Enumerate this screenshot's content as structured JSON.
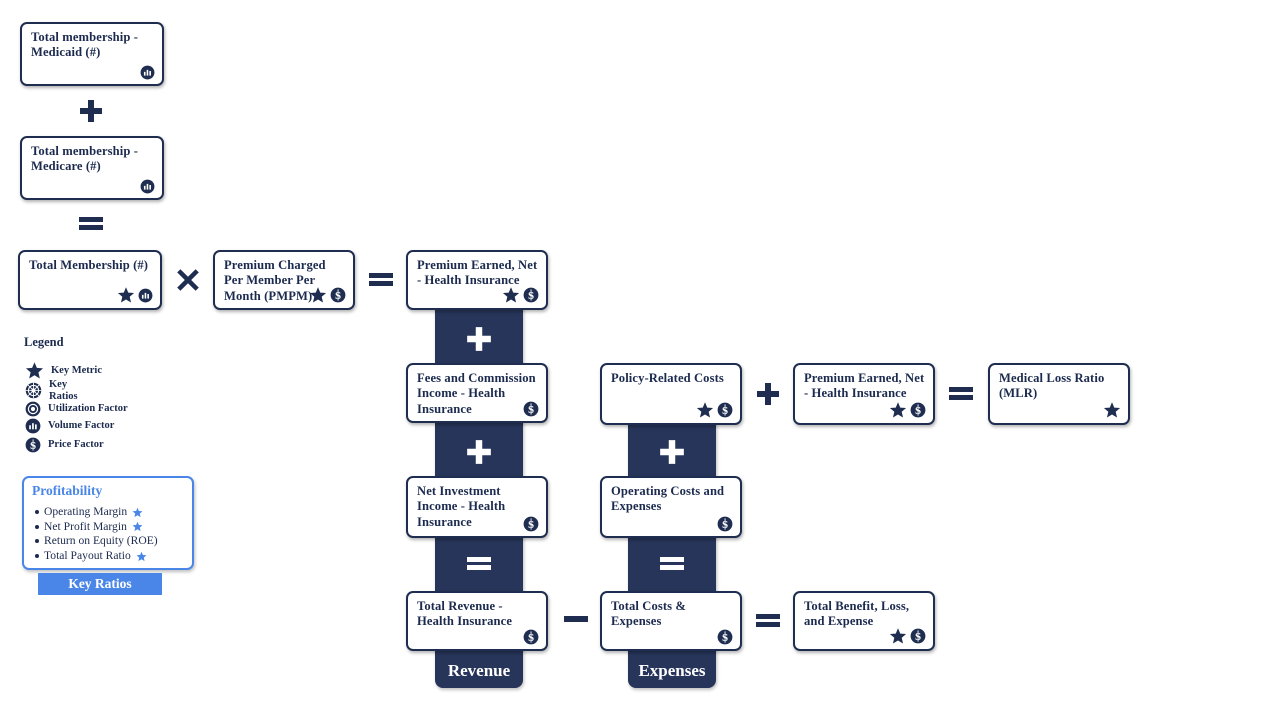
{
  "colors": {
    "navy": "#1e2d50",
    "band": "#27355a",
    "text": "#1b2a4e",
    "blue_accent": "#4a86e8",
    "white": "#ffffff"
  },
  "membership_chain": {
    "boxes": [
      {
        "label": "Total membership - Medicaid (#)",
        "icons": [
          "volume-factor-icon"
        ]
      },
      {
        "label": "Total membership - Medicare (#)",
        "icons": [
          "volume-factor-icon"
        ]
      },
      {
        "label": "Total Membership (#)",
        "icons": [
          "key-metric-icon",
          "volume-factor-icon"
        ]
      }
    ],
    "operators": [
      "plus",
      "equals"
    ]
  },
  "premium_row": {
    "multiply_operator": "multiply",
    "pmpm_box": {
      "label": "Premium Charged Per Member Per Month (PMPM)",
      "icons": [
        "key-metric-icon",
        "price-factor-icon"
      ]
    },
    "equals_operator": "equals",
    "result_box": {
      "label": "Premium Earned, Net - Health Insurance",
      "icons": [
        "key-metric-icon",
        "price-factor-icon"
      ]
    }
  },
  "legend": {
    "title": "Legend",
    "items": [
      {
        "icon": "key-metric-icon",
        "label": "Key Metric"
      },
      {
        "icon": "key-ratios-icon",
        "label": "Key\nRatios"
      },
      {
        "icon": "utilization-factor-icon",
        "label": "Utilization Factor"
      },
      {
        "icon": "volume-factor-icon",
        "label": "Volume Factor"
      },
      {
        "icon": "price-factor-icon",
        "label": "Price Factor"
      }
    ]
  },
  "profitability": {
    "title": "Profitability",
    "items": [
      {
        "label": "Operating Margin",
        "starred": true
      },
      {
        "label": "Net Profit Margin",
        "starred": true
      },
      {
        "label": "Return on Equity (ROE)",
        "starred": false
      },
      {
        "label": "Total Payout Ratio",
        "starred": true
      }
    ],
    "banner_label": "Key Ratios"
  },
  "revenue_column": {
    "band_label": "Revenue",
    "boxes": [
      {
        "label": "Premium Earned, Net - Health Insurance",
        "icons": [
          "key-metric-icon",
          "price-factor-icon"
        ]
      },
      {
        "label": "Fees and Commission Income - Health Insurance",
        "icons": [
          "price-factor-icon"
        ]
      },
      {
        "label": "Net Investment Income - Health Insurance",
        "icons": [
          "price-factor-icon"
        ]
      },
      {
        "label": "Total Revenue - Health Insurance",
        "icons": [
          "price-factor-icon"
        ]
      }
    ],
    "operators": [
      "plus",
      "plus",
      "equals"
    ]
  },
  "expenses_column": {
    "band_label": "Expenses",
    "boxes": [
      {
        "label": "Policy-Related Costs",
        "icons": [
          "key-metric-icon",
          "price-factor-icon"
        ]
      },
      {
        "label": "Operating Costs and Expenses",
        "icons": [
          "price-factor-icon"
        ]
      },
      {
        "label": "Total Costs & Expenses",
        "icons": [
          "price-factor-icon"
        ]
      }
    ],
    "operators": [
      "plus",
      "equals"
    ]
  },
  "mlr_row": {
    "divide_operator": "plus",
    "premium_box": {
      "label": "Premium Earned, Net - Health Insurance",
      "icons": [
        "key-metric-icon",
        "price-factor-icon"
      ]
    },
    "equals_operator": "equals",
    "result_box": {
      "label": "Medical Loss Ratio (MLR)",
      "icons": [
        "key-metric-icon"
      ]
    }
  },
  "bottom_row": {
    "minus_operator": "minus",
    "equals_operator": "equals",
    "result_box": {
      "label": "Total Benefit, Loss, and Expense",
      "icons": [
        "key-metric-icon",
        "price-factor-icon"
      ]
    }
  }
}
